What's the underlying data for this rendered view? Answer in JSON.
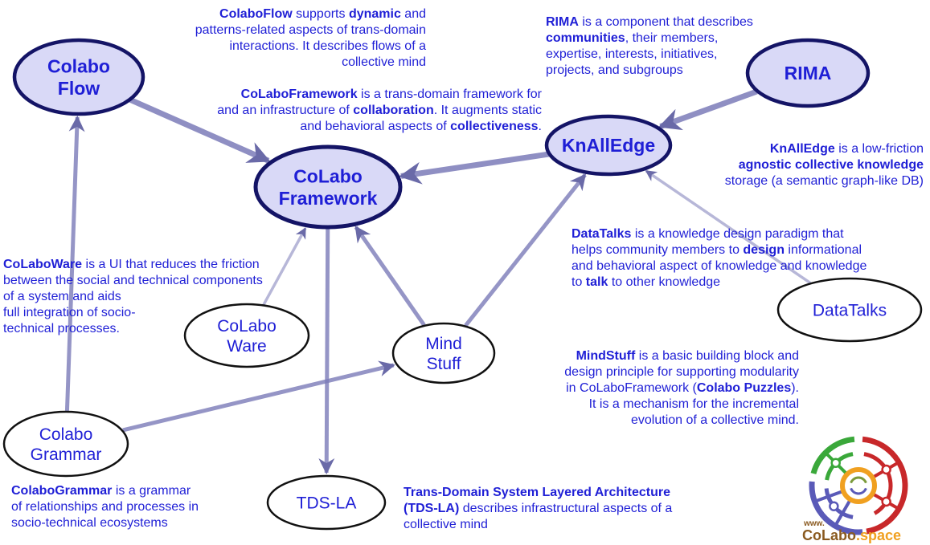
{
  "colors": {
    "text_blue": "#1f1fd6",
    "edge": "#7b7bb8",
    "node_fill_primary": "#d9d9f7",
    "node_stroke_primary": "#141466",
    "node_fill_secondary": "#ffffff",
    "node_stroke_secondary": "#111111",
    "logo_green": "#3aa83a",
    "logo_red": "#c8282a",
    "logo_blue": "#5a5ab8",
    "logo_orange": "#f0a020",
    "logo_brown": "#8a5a20"
  },
  "nodes": [
    {
      "id": "colaboflow",
      "lines": [
        "Colabo",
        "Flow"
      ],
      "style": "primary"
    },
    {
      "id": "colaboframework",
      "lines": [
        "CoLabo",
        "Framework"
      ],
      "style": "primary-main"
    },
    {
      "id": "knalledge",
      "lines": [
        "KnAllEdge"
      ],
      "style": "primary"
    },
    {
      "id": "rima",
      "lines": [
        "RIMA"
      ],
      "style": "primary"
    },
    {
      "id": "colaboware",
      "lines": [
        "CoLabo",
        "Ware"
      ],
      "style": "secondary"
    },
    {
      "id": "mindstuff",
      "lines": [
        "Mind",
        "Stuff"
      ],
      "style": "secondary"
    },
    {
      "id": "datatalks",
      "lines": [
        "DataTalks"
      ],
      "style": "secondary"
    },
    {
      "id": "colabogrammar",
      "lines": [
        "Colabo",
        "Grammar"
      ],
      "style": "secondary"
    },
    {
      "id": "tdsla",
      "lines": [
        "TDS-LA"
      ],
      "style": "secondary"
    }
  ],
  "edges": [
    {
      "from": "colaboflow",
      "to": "colaboframework",
      "weight": "thick"
    },
    {
      "from": "knalledge",
      "to": "colaboframework",
      "weight": "thick"
    },
    {
      "from": "rima",
      "to": "knalledge",
      "weight": "thick"
    },
    {
      "from": "colabogrammar",
      "to": "colaboflow",
      "weight": "medium"
    },
    {
      "from": "colaboware",
      "to": "colaboframework",
      "weight": "light"
    },
    {
      "from": "mindstuff",
      "to": "colaboframework",
      "weight": "medium"
    },
    {
      "from": "mindstuff",
      "to": "knalledge",
      "weight": "medium"
    },
    {
      "from": "datatalks",
      "to": "knalledge",
      "weight": "light"
    },
    {
      "from": "colabogrammar",
      "to": "mindstuff",
      "weight": "medium"
    },
    {
      "from": "colaboframework",
      "to": "tdsla",
      "weight": "medium"
    }
  ],
  "descriptions": {
    "colaboflow": [
      [
        {
          "t": "ColaboFlow",
          "b": true
        },
        {
          "t": " supports "
        },
        {
          "t": "dynamic",
          "b": true
        },
        {
          "t": " and"
        }
      ],
      [
        {
          "t": "patterns-related aspects of trans-domain"
        }
      ],
      [
        {
          "t": "interactions. It describes flows of a"
        }
      ],
      [
        {
          "t": "collective mind"
        }
      ]
    ],
    "colaboframework": [
      [
        {
          "t": "CoLaboFramework",
          "b": true
        },
        {
          "t": " is a trans-domain framework for"
        }
      ],
      [
        {
          "t": "and an infrastructure of "
        },
        {
          "t": "collaboration",
          "b": true
        },
        {
          "t": ". It augments static"
        }
      ],
      [
        {
          "t": "and behavioral aspects of "
        },
        {
          "t": "collectiveness",
          "b": true
        },
        {
          "t": "."
        }
      ]
    ],
    "rima": [
      [
        {
          "t": "RIMA",
          "b": true
        },
        {
          "t": " is a component that describes"
        }
      ],
      [
        {
          "t": "communities",
          "b": true
        },
        {
          "t": ", their members,"
        }
      ],
      [
        {
          "t": "expertise, interests, initiatives,"
        }
      ],
      [
        {
          "t": "projects, and subgroups"
        }
      ]
    ],
    "knalledge": [
      [
        {
          "t": "KnAllEdge",
          "b": true
        },
        {
          "t": " is a low-friction"
        }
      ],
      [
        {
          "t": "agnostic collective knowledge",
          "b": true
        }
      ],
      [
        {
          "t": "storage (a semantic graph-like DB)"
        }
      ]
    ],
    "datatalks": [
      [
        {
          "t": "DataTalks",
          "b": true
        },
        {
          "t": " is a knowledge design paradigm that"
        }
      ],
      [
        {
          "t": "helps community members to "
        },
        {
          "t": "design",
          "b": true
        },
        {
          "t": " informational"
        }
      ],
      [
        {
          "t": "and behavioral aspect of knowledge and knowledge"
        }
      ],
      [
        {
          "t": "to "
        },
        {
          "t": "talk",
          "b": true
        },
        {
          "t": " to other knowledge"
        }
      ]
    ],
    "colaboware": [
      [
        {
          "t": "CoLaboWare",
          "b": true
        },
        {
          "t": " is a UI that reduces the friction"
        }
      ],
      [
        {
          "t": "between the social and technical components"
        }
      ],
      [
        {
          "t": "of a system and aids"
        }
      ],
      [
        {
          "t": "full integration of socio-"
        }
      ],
      [
        {
          "t": "technical processes."
        }
      ]
    ],
    "mindstuff": [
      [
        {
          "t": "MindStuff",
          "b": true
        },
        {
          "t": " is a basic building block and"
        }
      ],
      [
        {
          "t": "design principle for supporting modularity"
        }
      ],
      [
        {
          "t": "in CoLaboFramework ("
        },
        {
          "t": "Colabo Puzzles",
          "b": true
        },
        {
          "t": ")."
        }
      ],
      [
        {
          "t": "It is a mechanism for the incremental"
        }
      ],
      [
        {
          "t": "evolution of a collective mind."
        }
      ]
    ],
    "colabogrammar": [
      [
        {
          "t": "ColaboGrammar",
          "b": true
        },
        {
          "t": " is a grammar"
        }
      ],
      [
        {
          "t": "of relationships and processes in"
        }
      ],
      [
        {
          "t": "socio-technical ecosystems"
        }
      ]
    ],
    "tdsla": [
      [
        {
          "t": "Trans-Domain System Layered Architecture",
          "b": true
        }
      ],
      [
        {
          "t": "(TDS-LA)",
          "b": true
        },
        {
          "t": " describes infrastructural aspects of a"
        }
      ],
      [
        {
          "t": "collective mind"
        }
      ]
    ]
  },
  "logo": {
    "prefix": "www.",
    "name_main": "CoLabo",
    "name_suffix": ".space"
  }
}
